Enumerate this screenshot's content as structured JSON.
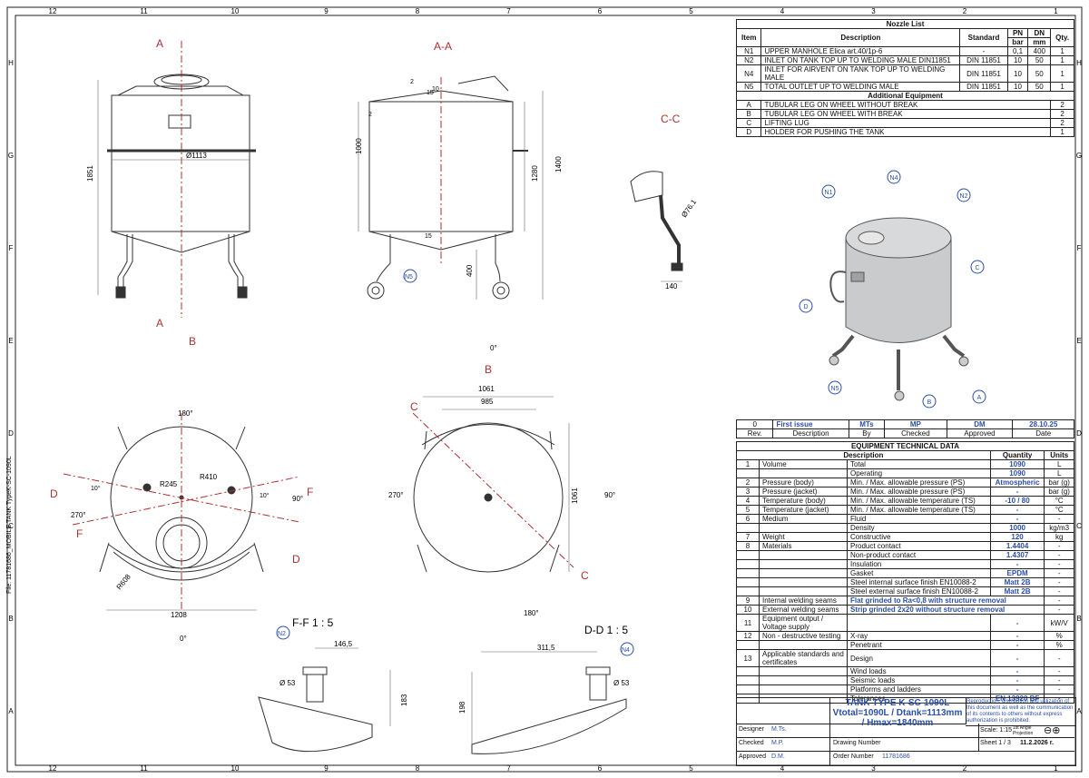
{
  "frame": {
    "columns": [
      "12",
      "11",
      "10",
      "9",
      "8",
      "7",
      "6",
      "5",
      "4",
      "3",
      "2",
      "1"
    ],
    "rows": [
      "H",
      "G",
      "F",
      "E",
      "D",
      "C",
      "B",
      "A"
    ],
    "side_label": "File: 11781686_MOBILE TANK TypeK-SC-1090L"
  },
  "views": {
    "front": {
      "section_label_top": "A",
      "section_label_bottom": "A",
      "arrow_b": "B",
      "height": "1851",
      "diameter": "Ø1113"
    },
    "section_aa": {
      "title": "A-A",
      "dim_1000": "1000",
      "dim_1280": "1280",
      "dim_1400": "1400",
      "dim_400": "400",
      "dim_2a": "2",
      "dim_2b": "2",
      "dim_15a": "15",
      "dim_15b": "15",
      "dim_10": "10",
      "nozzle": "N5"
    },
    "cc": {
      "title": "C-C",
      "diam": "Ø76.1",
      "dim_140": "140"
    },
    "plan_left": {
      "deg_180": "180°",
      "deg_0": "0°",
      "deg_270": "270°",
      "deg_90": "90°",
      "r245": "R245",
      "r410": "R410",
      "r608": "R608",
      "dim_1208": "1208",
      "ang_10a": "10°",
      "ang_10b": "10°",
      "d_left": "D",
      "d_right": "D",
      "f_left": "F",
      "f_right": "F"
    },
    "plan_right": {
      "label_b": "B",
      "deg_0": "0°",
      "deg_180": "180°",
      "deg_270": "270°",
      "deg_90": "90°",
      "dim_1061": "1061",
      "dim_985": "985",
      "dim_1061v": "1061",
      "c_top": "C",
      "c_bottom": "C"
    },
    "ff": {
      "title": "F-F 1 : 5",
      "nozzle": "N2",
      "dim_146": "146,5",
      "dim_53": "Ø 53",
      "dim_183": "183"
    },
    "dd": {
      "title": "D-D 1 : 5",
      "nozzle": "N4",
      "dim_311": "311,5",
      "dim_53": "Ø 53",
      "dim_198": "198"
    },
    "iso": {
      "labels": [
        "N1",
        "N4",
        "N2",
        "C",
        "D",
        "N5",
        "B",
        "A"
      ]
    }
  },
  "nozzle_list": {
    "title": "Nozzle List",
    "headers": {
      "item": "Item",
      "description": "Description",
      "standard": "Standard",
      "pn": "PN",
      "dn": "DN",
      "pn_unit": "bar",
      "dn_unit": "mm",
      "qty": "Qty."
    },
    "rows": [
      {
        "item": "N1",
        "description": "UPPER MANHOLE  Elica art.40/1p-6",
        "standard": "-",
        "pn": "0,1",
        "dn": "400",
        "qty": "1"
      },
      {
        "item": "N2",
        "description": "INLET ON TANK TOP UP TO WELDING MALE DIN11851",
        "standard": "DIN 11851",
        "pn": "10",
        "dn": "50",
        "qty": "1"
      },
      {
        "item": "N4",
        "description": "INLET FOR AIRVENT ON TANK TOP UP TO WELDING MALE",
        "standard": "DIN 11851",
        "pn": "10",
        "dn": "50",
        "qty": "1"
      },
      {
        "item": "N5",
        "description": "TOTAL OUTLET  UP TO WELDING MALE",
        "standard": "DIN 11851",
        "pn": "10",
        "dn": "50",
        "qty": "1"
      }
    ],
    "additional_title": "Additional Equipment",
    "additional": [
      {
        "item": "A",
        "description": "TUBULAR LEG ON WHEEL WITHOUT BREAK",
        "qty": "2"
      },
      {
        "item": "B",
        "description": "TUBULAR LEG ON WHEEL WITH BREAK",
        "qty": "2"
      },
      {
        "item": "C",
        "description": "LIFTING LUG",
        "qty": "2"
      },
      {
        "item": "D",
        "description": "HOLDER FOR PUSHING THE TANK",
        "qty": "1"
      }
    ]
  },
  "revision": {
    "row": {
      "rev": "0",
      "description": "First issue",
      "by": "MTs",
      "checked": "MP",
      "approved": "DM",
      "date": "28.10.25"
    },
    "headers": {
      "rev": "Rev.",
      "description": "Description",
      "by": "By",
      "checked": "Checked",
      "approved": "Approved",
      "date": "Date"
    }
  },
  "tech_data": {
    "title": "EQUIPMENT TECHNICAL DATA",
    "headers": {
      "description": "Description",
      "quantity": "Quantity",
      "units": "Units"
    },
    "rows": [
      {
        "no": "1",
        "group": "Volume",
        "param": "Total",
        "qty": "1090",
        "unit": "L"
      },
      {
        "no": "",
        "group": "",
        "param": "Operating",
        "qty": "1090",
        "unit": "L"
      },
      {
        "no": "2",
        "group": "Pressure (body)",
        "param": "Min. / Max. allowable pressure (PS)",
        "qty": "Atmospheric",
        "unit": "bar (g)"
      },
      {
        "no": "3",
        "group": "Pressure (jacket)",
        "param": "Min. / Max. allowable pressure (PS)",
        "qty": "-",
        "unit": "bar (g)"
      },
      {
        "no": "4",
        "group": "Temperature (body)",
        "param": "Min. / Max. allowable temperature (TS)",
        "qty": "-10 / 80",
        "unit": "°C"
      },
      {
        "no": "5",
        "group": "Temperature (jacket)",
        "param": "Min. / Max. allowable temperature (TS)",
        "qty": "-",
        "unit": "°C"
      },
      {
        "no": "6",
        "group": "Medium",
        "param": "Fluid",
        "qty": "-",
        "unit": "-"
      },
      {
        "no": "",
        "group": "",
        "param": "Density",
        "qty": "1000",
        "unit": "kg/m3"
      },
      {
        "no": "7",
        "group": "Weight",
        "param": "Constructive",
        "qty": "120",
        "unit": "kg"
      },
      {
        "no": "8",
        "group": "Materials",
        "param": "Product contact",
        "qty": "1.4404",
        "unit": "-"
      },
      {
        "no": "",
        "group": "",
        "param": "Non-product contact",
        "qty": "1.4307",
        "unit": "-"
      },
      {
        "no": "",
        "group": "",
        "param": "Insulation",
        "qty": "-",
        "unit": "-"
      },
      {
        "no": "",
        "group": "",
        "param": "Gasket",
        "qty": "EPDM",
        "unit": "-"
      },
      {
        "no": "",
        "group": "",
        "param": "Steel internal surface finish EN10088-2",
        "qty": "Matt 2B",
        "unit": "-"
      },
      {
        "no": "",
        "group": "",
        "param": "Steel external surface finish EN10088-2",
        "qty": "Matt 2B",
        "unit": "-"
      },
      {
        "no": "9",
        "group": "Internal welding seams",
        "param": "Flat grinded to Ra<0,8 with structure removal",
        "qty": "",
        "unit": "-"
      },
      {
        "no": "10",
        "group": "External welding seams",
        "param": "Strip grinded 2x20 without structure removal",
        "qty": "",
        "unit": "-"
      },
      {
        "no": "11",
        "group": "Equipment output / Voltage supply",
        "param": "",
        "qty": "-",
        "unit": "kW/V"
      },
      {
        "no": "12",
        "group": "Non - destructive testing",
        "param": "X-ray",
        "qty": "-",
        "unit": "%"
      },
      {
        "no": "",
        "group": "",
        "param": "Penetrant",
        "qty": "-",
        "unit": "%"
      },
      {
        "no": "13",
        "group": "Applicable standards and certificates",
        "param": "Design",
        "qty": "-",
        "unit": "-"
      },
      {
        "no": "",
        "group": "",
        "param": "Wind loads",
        "qty": "-",
        "unit": "-"
      },
      {
        "no": "",
        "group": "",
        "param": "Seismic loads",
        "qty": "-",
        "unit": "-"
      },
      {
        "no": "",
        "group": "",
        "param": "Platforms and ladders",
        "qty": "-",
        "unit": "-"
      },
      {
        "no": "",
        "group": "",
        "param": "Tolerances",
        "qty": "EN 13920 BF",
        "unit": "-"
      }
    ]
  },
  "title_block": {
    "title_1": "TANK TYPE K-SC-1090L",
    "title_2": "Vtotal=1090L / Dtank=1113mm",
    "title_3": "/ Hmax=1840mm",
    "designer_label": "Designer",
    "designer": "M.Ts.",
    "checked_label": "Checked",
    "checked": "M.P.",
    "approved_label": "Approved",
    "approved": "D.M.",
    "drawing_number_label": "Drawing Number",
    "order_number_label": "Order Number",
    "order_number": "11781686",
    "scale_label": "Scale: 1:15",
    "projection": "1st Angle Projection",
    "sheet": "Sheet 1 / 3",
    "date": "11.2.2026 r.",
    "legal": "Reproduction, distribution and utilization of this document as well as the communication of its contents to others without express authorization is prohibited."
  }
}
